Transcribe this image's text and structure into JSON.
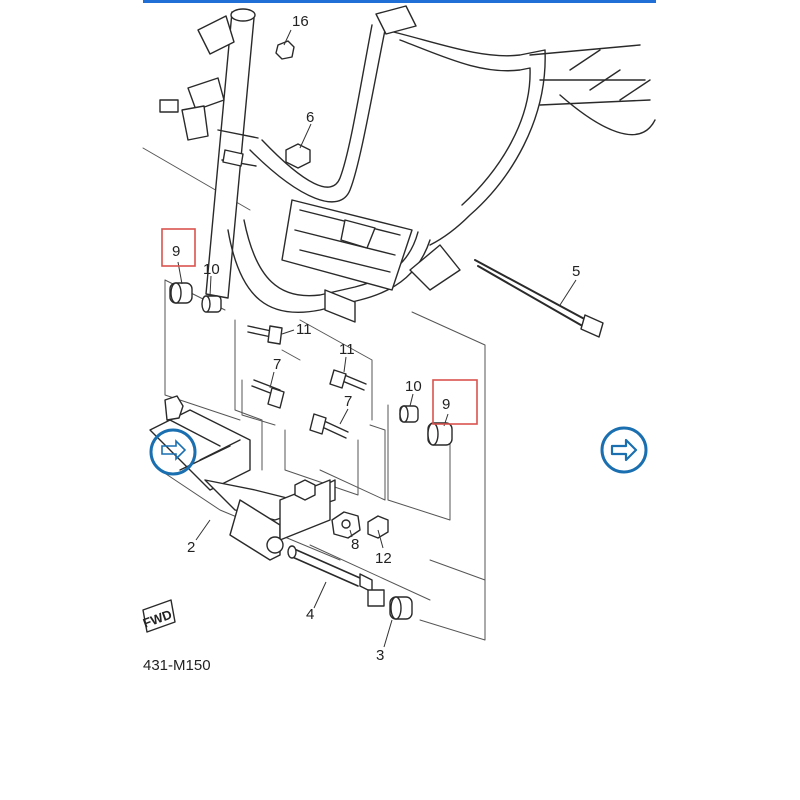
{
  "diagram": {
    "code": "431-M150",
    "fwd_label": "FWD",
    "part_labels": {
      "p16": "16",
      "p6": "6",
      "p5": "5",
      "p9a": "9",
      "p10a": "10",
      "p11a": "11",
      "p11b": "11",
      "p7a": "7",
      "p7b": "7",
      "p10b": "10",
      "p9b": "9",
      "p8": "8",
      "p12": "12",
      "p2": "2",
      "p4": "4",
      "p3": "3"
    },
    "highlight_color": "#d9534f",
    "accent_color": "#1a6fb0"
  },
  "controls": {
    "next_icon": "arrow-right-circle-icon"
  }
}
